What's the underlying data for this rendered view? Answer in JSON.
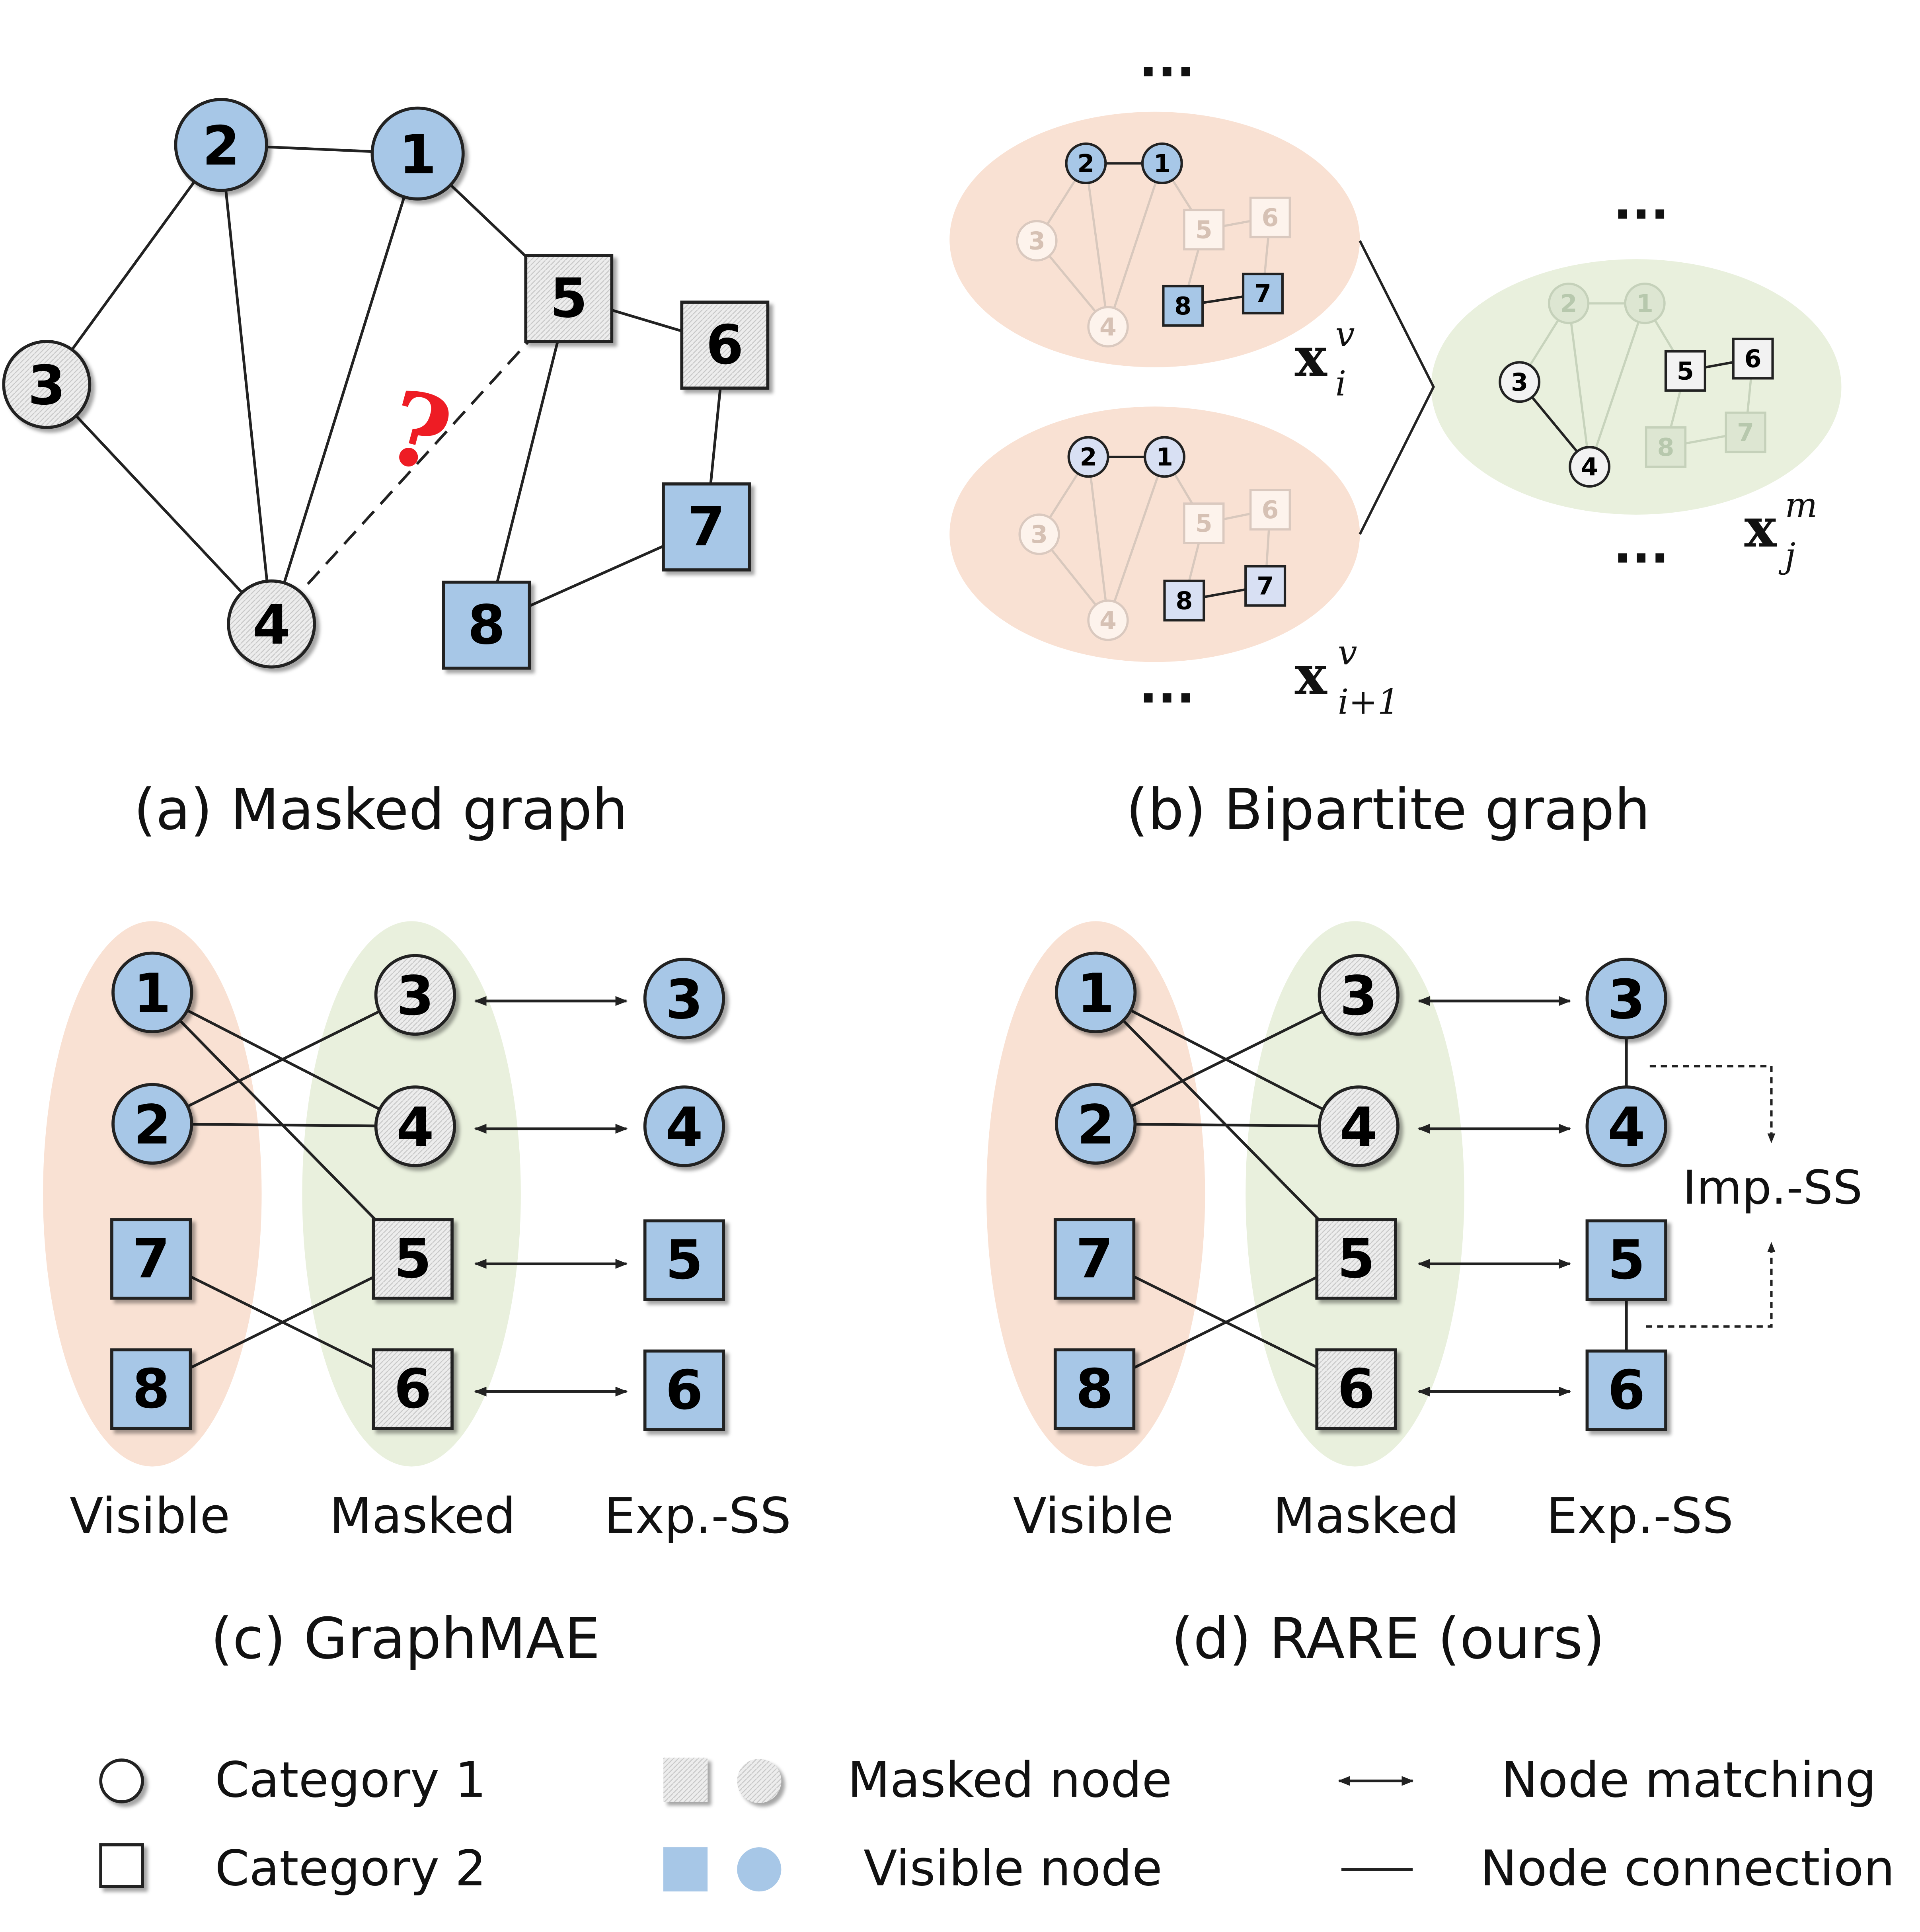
{
  "colors": {
    "visible_fill": "#a7c7e7",
    "masked_fill": "#ededed",
    "edge": "#222222",
    "orange_region": "#f9e1d3",
    "green_region": "#e9f0dd",
    "question": "#ee1c24",
    "text": "#111111"
  },
  "panel_a": {
    "caption": "(a) Masked graph",
    "question_mark": "?",
    "nodes": {
      "n1": "1",
      "n2": "2",
      "n3": "3",
      "n4": "4",
      "n5": "5",
      "n6": "6",
      "n7": "7",
      "n8": "8"
    }
  },
  "panel_b": {
    "caption": "(b) Bipartite graph",
    "ellipsis": "...",
    "labels": {
      "xiv_base": "x",
      "xiv_sup": "v",
      "xiv_sub": "i",
      "xi1v_base": "x",
      "xi1v_sup": "v",
      "xi1v_sub": "i+1",
      "xjm_base": "x",
      "xjm_sup": "m",
      "xjm_sub": "j"
    },
    "nodes": {
      "n1": "1",
      "n2": "2",
      "n3": "3",
      "n4": "4",
      "n5": "5",
      "n6": "6",
      "n7": "7",
      "n8": "8"
    }
  },
  "panel_c": {
    "caption": "(c) GraphMAE",
    "column_labels": {
      "visible": "Visible",
      "masked": "Masked",
      "expss": "Exp.-SS"
    },
    "nodes": {
      "v1": "1",
      "v2": "2",
      "v7": "7",
      "v8": "8",
      "m3": "3",
      "m4": "4",
      "m5": "5",
      "m6": "6",
      "e3": "3",
      "e4": "4",
      "e5": "5",
      "e6": "6"
    }
  },
  "panel_d": {
    "caption": "(d) RARE (ours)",
    "impss": "Imp.-SS",
    "column_labels": {
      "visible": "Visible",
      "masked": "Masked",
      "expss": "Exp.-SS"
    },
    "nodes": {
      "v1": "1",
      "v2": "2",
      "v7": "7",
      "v8": "8",
      "m3": "3",
      "m4": "4",
      "m5": "5",
      "m6": "6",
      "e3": "3",
      "e4": "4",
      "e5": "5",
      "e6": "6"
    }
  },
  "legend": {
    "category1": "Category 1",
    "category2": "Category 2",
    "masked_node": "Masked node",
    "visible_node": "Visible node",
    "node_matching": "Node matching",
    "node_connection": "Node connection"
  }
}
